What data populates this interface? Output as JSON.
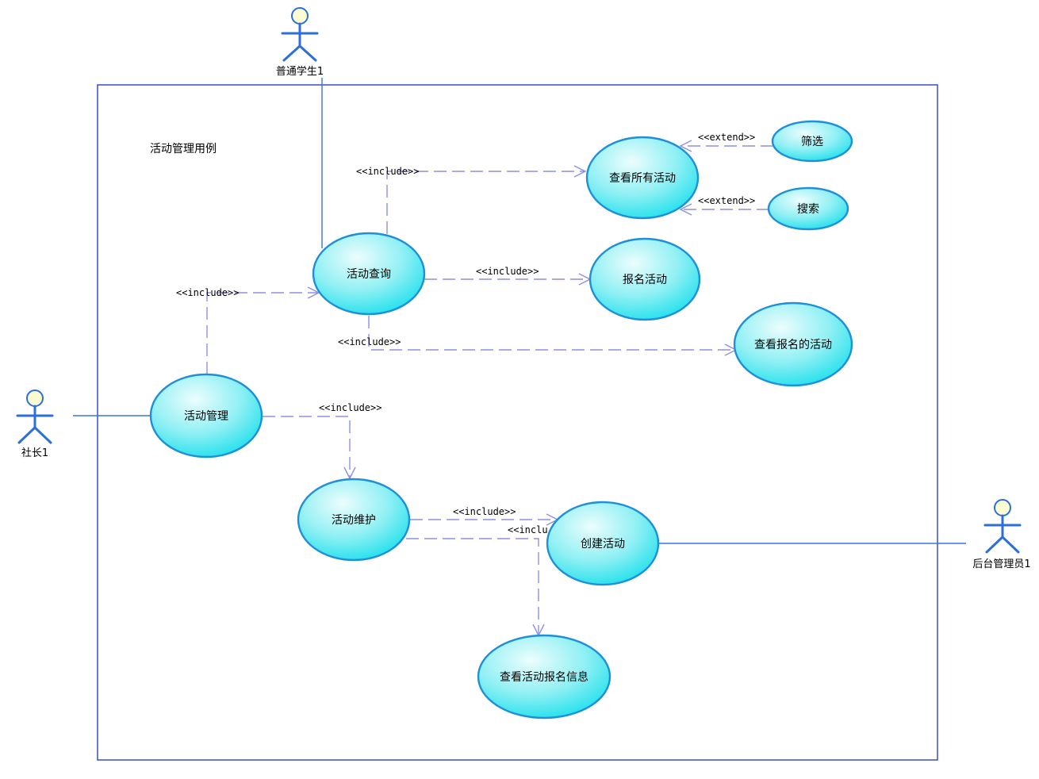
{
  "diagram": {
    "system_title": "活动管理用例",
    "actors": {
      "student": "普通学生1",
      "president": "社长1",
      "admin": "后台管理员1"
    },
    "use_cases": {
      "view_all": "查看所有活动",
      "filter": "筛选",
      "search": "搜索",
      "query": "活动查询",
      "register": "报名活动",
      "view_registered": "查看报名的活动",
      "manage": "活动管理",
      "maintain": "活动维护",
      "create": "创建活动",
      "view_reg_info": "查看活动报名信息"
    },
    "relations": {
      "extend_filter": "<<extend>>",
      "extend_search": "<<extend>>",
      "include_query_viewall": "<<include>>",
      "include_query_register": "<<include>>",
      "include_manage_query": "<<include>>",
      "include_query_viewregistered": "<<include>>",
      "include_manage_maintain": "<<include>>",
      "include_maintain_create": "<<include>>",
      "include_maintain_viewreginfo": "<<inclu"
    },
    "colors": {
      "use_case_fill_light": "#ecfdfd",
      "use_case_fill_dark": "#20e0ec",
      "use_case_stroke": "#1e8fd8",
      "dependency": "#8f8fe6",
      "association": "#3f72e0",
      "boundary": "#2a3ecb",
      "actor_head": "#fdfbd2"
    }
  }
}
